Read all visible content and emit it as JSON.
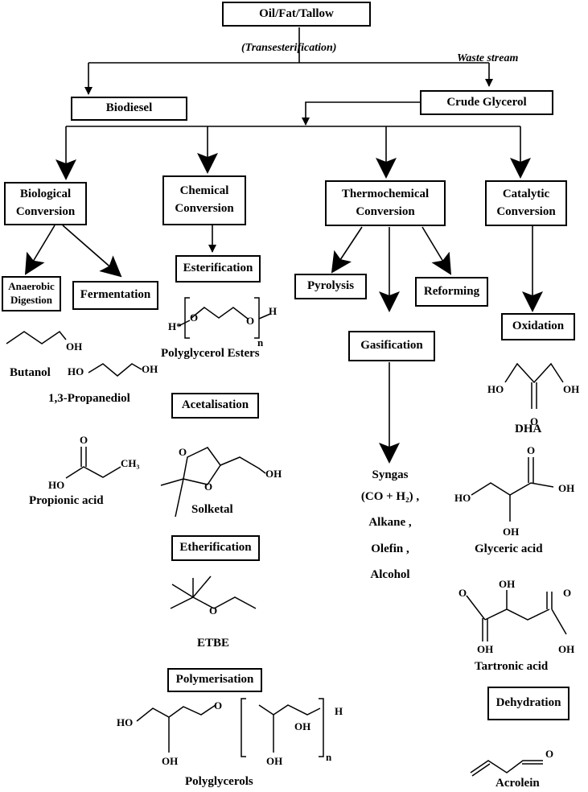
{
  "top": {
    "feedstock": "Oil/Fat/Tallow",
    "process": "(Transesterification)",
    "waste_stream": "Waste stream",
    "biodiesel": "Biodiesel",
    "crude_glycerol": "Crude Glycerol"
  },
  "routes": {
    "biological": {
      "line1": "Biological",
      "line2": "Conversion"
    },
    "chemical": {
      "line1": "Chemical",
      "line2": "Conversion"
    },
    "thermochemical": {
      "line1": "Thermochemical",
      "line2": "Conversion"
    },
    "catalytic": {
      "line1": "Catalytic",
      "line2": "Conversion"
    }
  },
  "biological": {
    "anaerobic_l1": "Anaerobic",
    "anaerobic_l2": "Digestion",
    "fermentation": "Fermentation",
    "products": [
      "Butanol",
      "1,3-Propanediol",
      "Propionic acid"
    ]
  },
  "chemical": {
    "esterification": "Esterification",
    "esters": "Polyglycerol Esters",
    "acetalisation": "Acetalisation",
    "solketal": "Solketal",
    "etherification": "Etherification",
    "etbe": "ETBE",
    "polymerisation": "Polymerisation",
    "polyglycerols": "Polyglycerols"
  },
  "thermochemical": {
    "pyrolysis": "Pyrolysis",
    "reforming": "Reforming",
    "gasification": "Gasification",
    "syngas": "Syngas",
    "syngas_formula": "(CO + H₂) ,",
    "alkane": "Alkane ,",
    "olefin": "Olefin ,",
    "alcohol": "Alcohol"
  },
  "catalytic": {
    "oxidation": "Oxidation",
    "dha": "DHA",
    "glyceric": "Glyceric acid",
    "tartronic": "Tartronic acid",
    "dehydration": "Dehydration",
    "acrolein": "Acrolein"
  },
  "atoms": {
    "oh": "OH",
    "ho": "HO",
    "o": "O",
    "h": "H",
    "ch3": "CH₃",
    "n": "n",
    "hstar": "H*"
  }
}
